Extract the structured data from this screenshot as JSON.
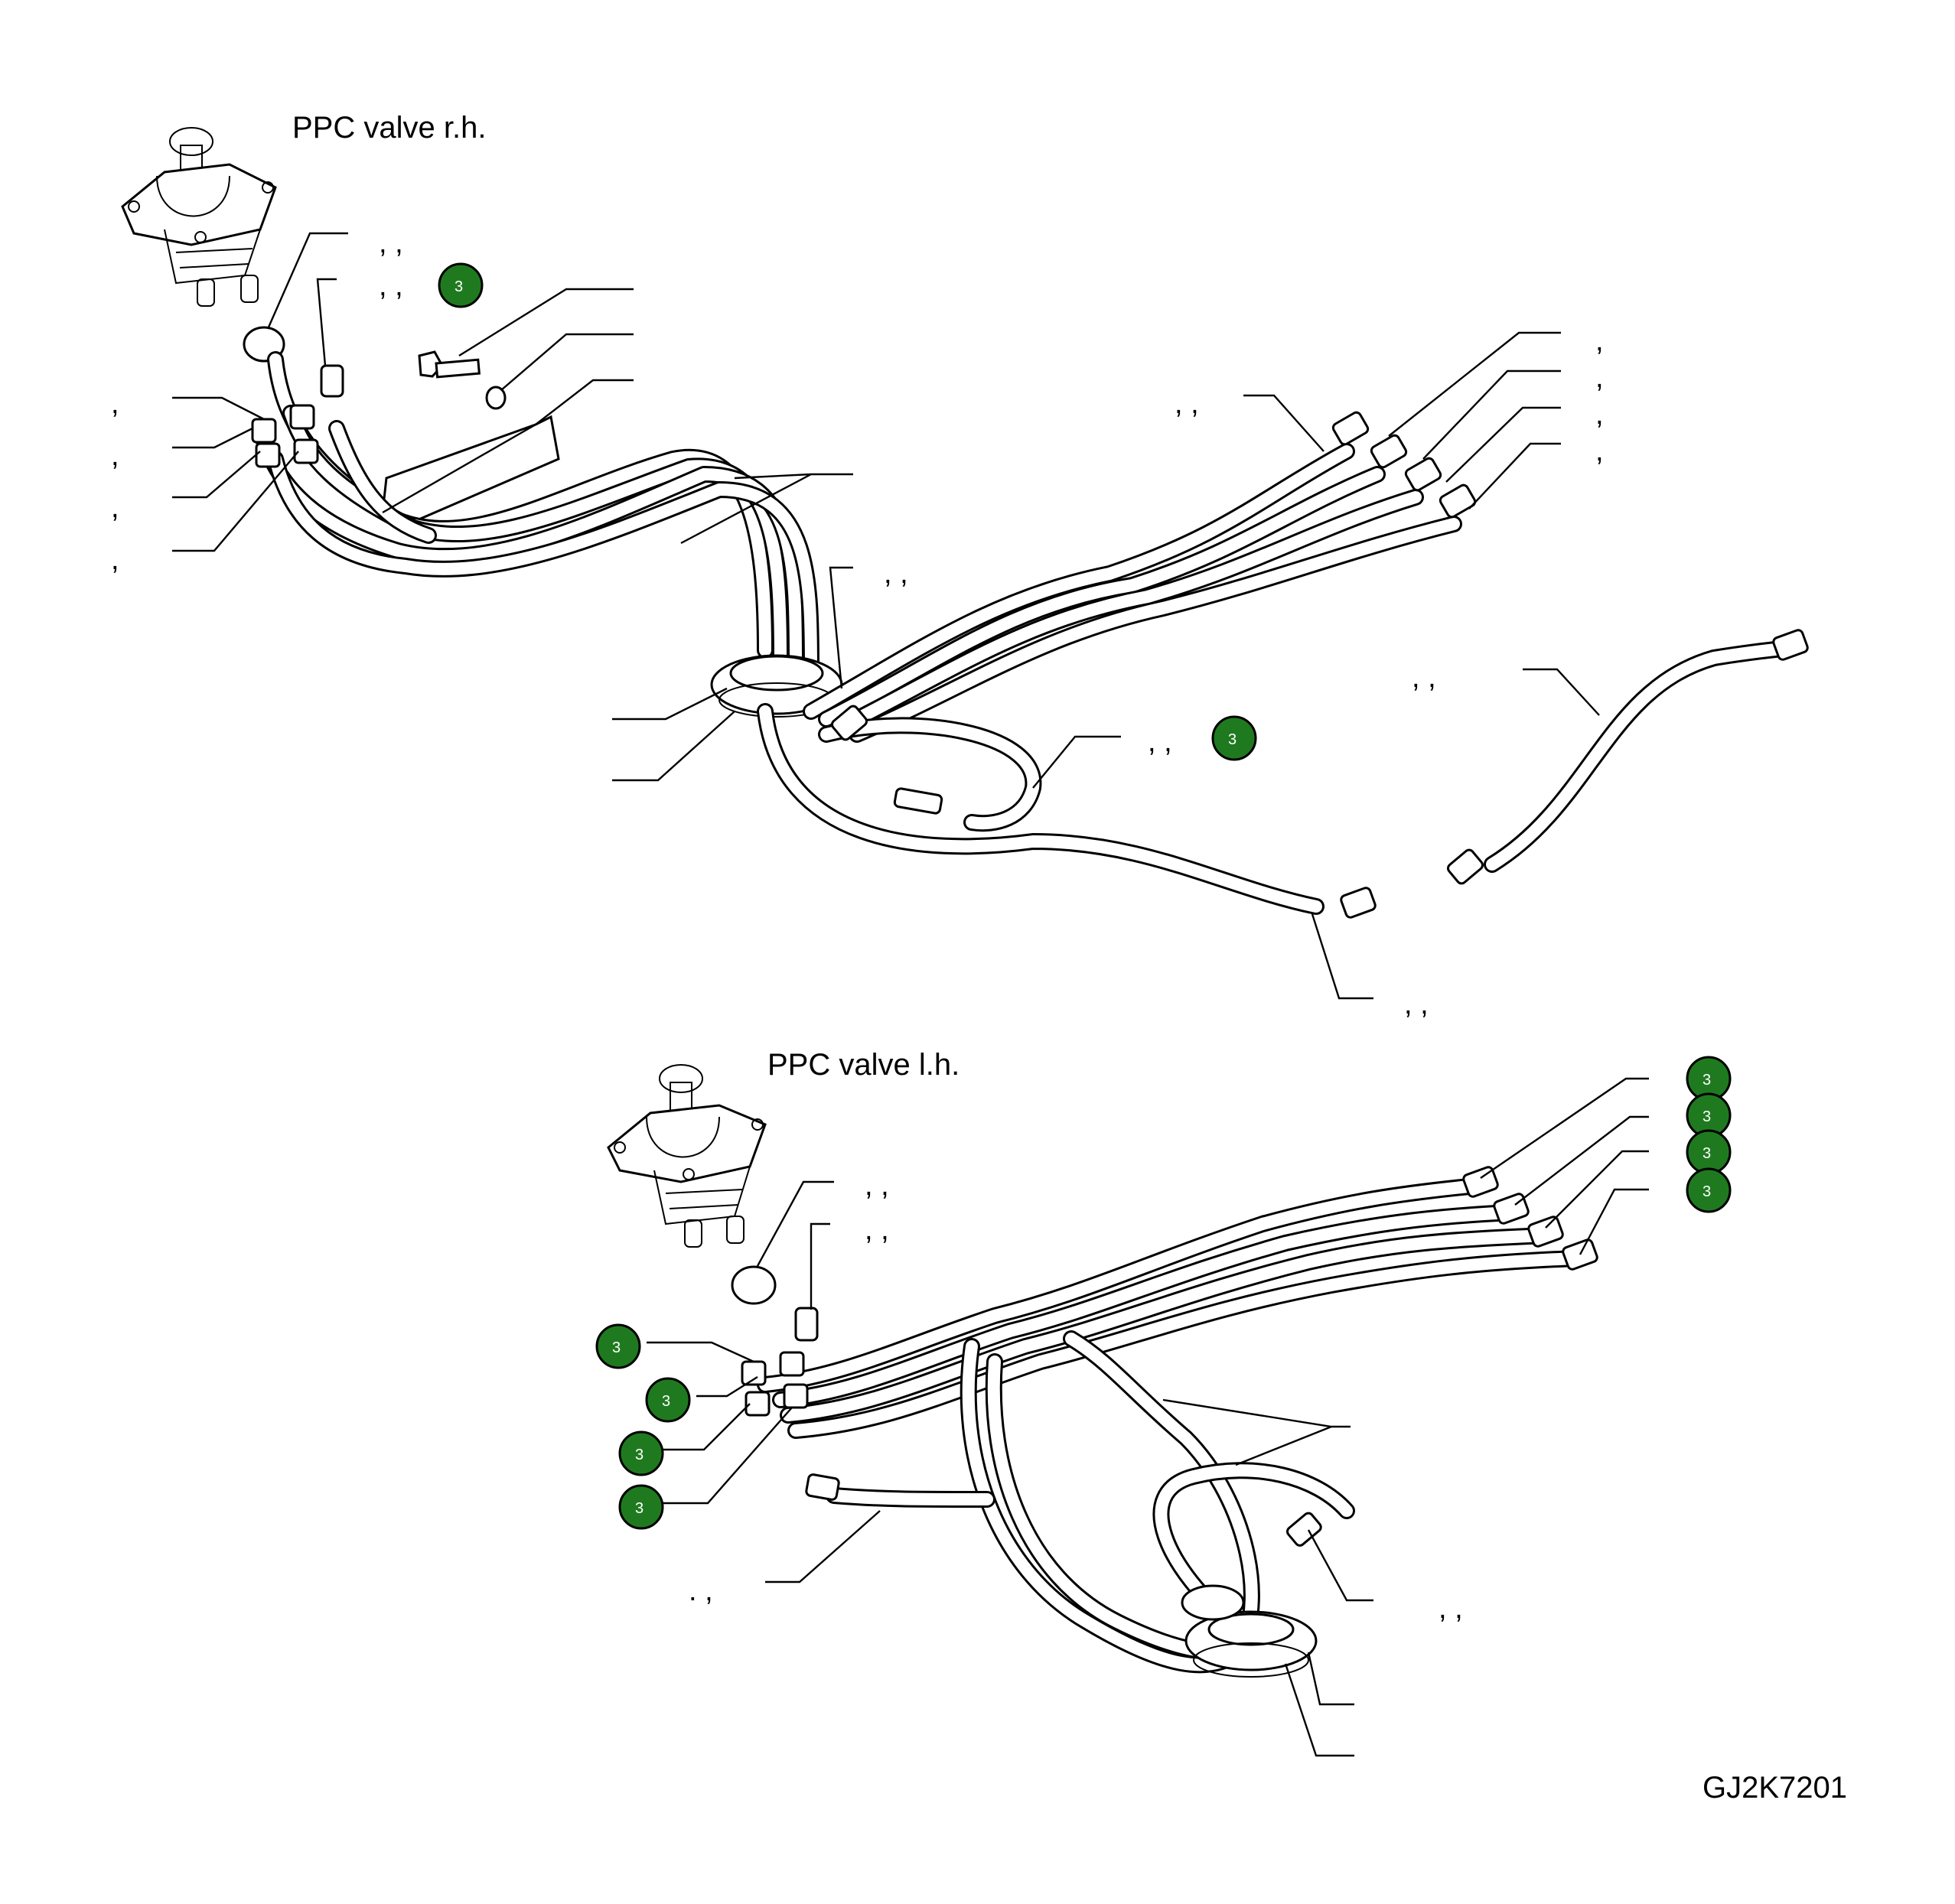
{
  "labels": {
    "valve_rh": "PPC valve r.h.",
    "valve_lh": "PPC valve l.h.",
    "figure_code": "GJ2K7201"
  },
  "callouts_rh": {
    "t1": ",    ,",
    "t2": ",  ,",
    "l1": ",",
    "l2": ",",
    "l3": ",",
    "l4": ",",
    "m1": ",  ,",
    "r1": ",",
    "r2": ",",
    "r3": ",",
    "r4": ",",
    "c1": ",   ,",
    "c2": ",     ,",
    "c3": ",  ,",
    "b1": ",     ,"
  },
  "callouts_lh": {
    "t1": ",     ,",
    "t2": ",   ,",
    "b1": ".  ,",
    "c1": ",     ,"
  },
  "badge": {
    "text": "3",
    "color": "#1f7a1f"
  }
}
